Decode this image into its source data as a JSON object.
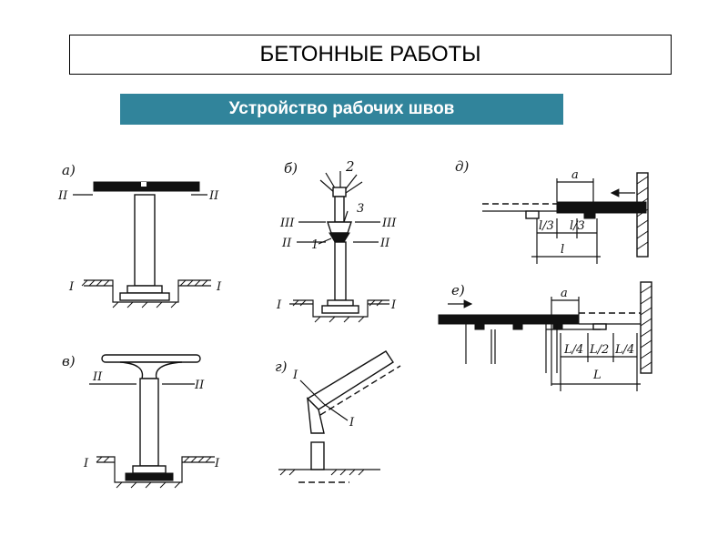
{
  "header": {
    "title": "БЕТОННЫЕ РАБОТЫ",
    "subtitle": "Устройство рабочих швов"
  },
  "diagram": {
    "panels": {
      "a": {
        "letter": "а)",
        "seams": [
          "II",
          "II",
          "I",
          "I"
        ]
      },
      "b": {
        "letter": "б)",
        "seams": [
          "III",
          "III",
          "II",
          "II",
          "I",
          "I"
        ],
        "callouts": [
          "2",
          "3",
          "1"
        ]
      },
      "v": {
        "letter": "в)",
        "seams": [
          "II",
          "II",
          "I",
          "I"
        ]
      },
      "g": {
        "letter": "г)",
        "seams": [
          "I",
          "I"
        ]
      },
      "d": {
        "letter": "д)",
        "dims": [
          "a",
          "l/3",
          "l/3",
          "l"
        ]
      },
      "e": {
        "letter": "е)",
        "dims": [
          "a",
          "L/4",
          "L/2",
          "L/4",
          "L"
        ]
      }
    }
  }
}
